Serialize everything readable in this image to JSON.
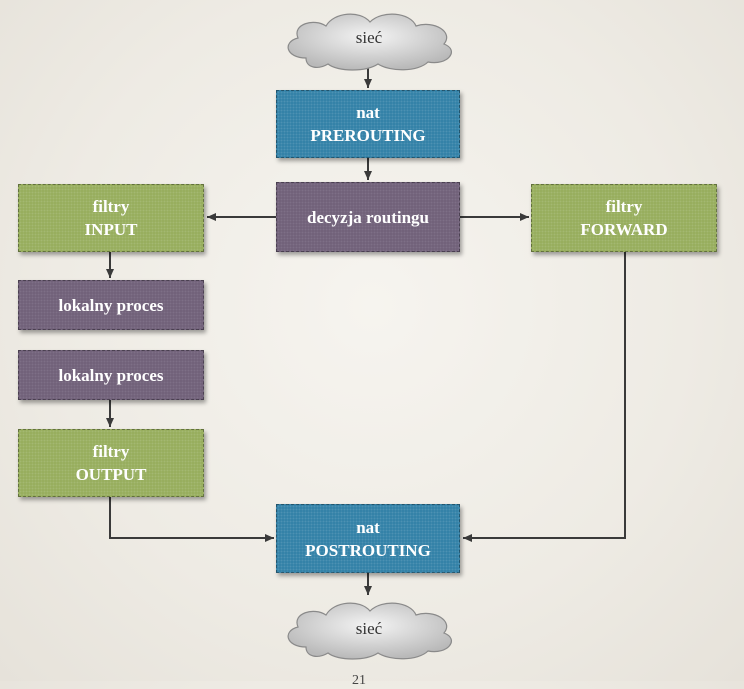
{
  "nodes": {
    "cloud_top": {
      "label": "sieć"
    },
    "nat_pre": {
      "line1": "nat",
      "line2": "PREROUTING"
    },
    "routing": {
      "line1": "decyzja routingu"
    },
    "filter_input": {
      "line1": "filtry",
      "line2": "INPUT"
    },
    "filter_forward": {
      "line1": "filtry",
      "line2": "FORWARD"
    },
    "proc1": {
      "line1": "lokalny proces"
    },
    "proc2": {
      "line1": "lokalny proces"
    },
    "filter_output": {
      "line1": "filtry",
      "line2": "OUTPUT"
    },
    "nat_post": {
      "line1": "nat",
      "line2": "POSTROUTING"
    },
    "cloud_bottom": {
      "label": "sieć"
    }
  },
  "colors": {
    "nat": "#2f7fa6",
    "filter": "#95ac5a",
    "process": "#6f5f78",
    "arrow": "#3a3a3a"
  },
  "page_number": "21"
}
